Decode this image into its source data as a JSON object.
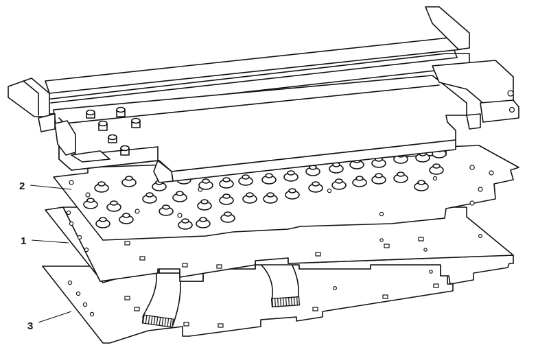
{
  "diagram": {
    "callouts": [
      {
        "id": "2",
        "label": "2"
      },
      {
        "id": "1",
        "label": "1"
      },
      {
        "id": "3",
        "label": "3"
      }
    ]
  }
}
